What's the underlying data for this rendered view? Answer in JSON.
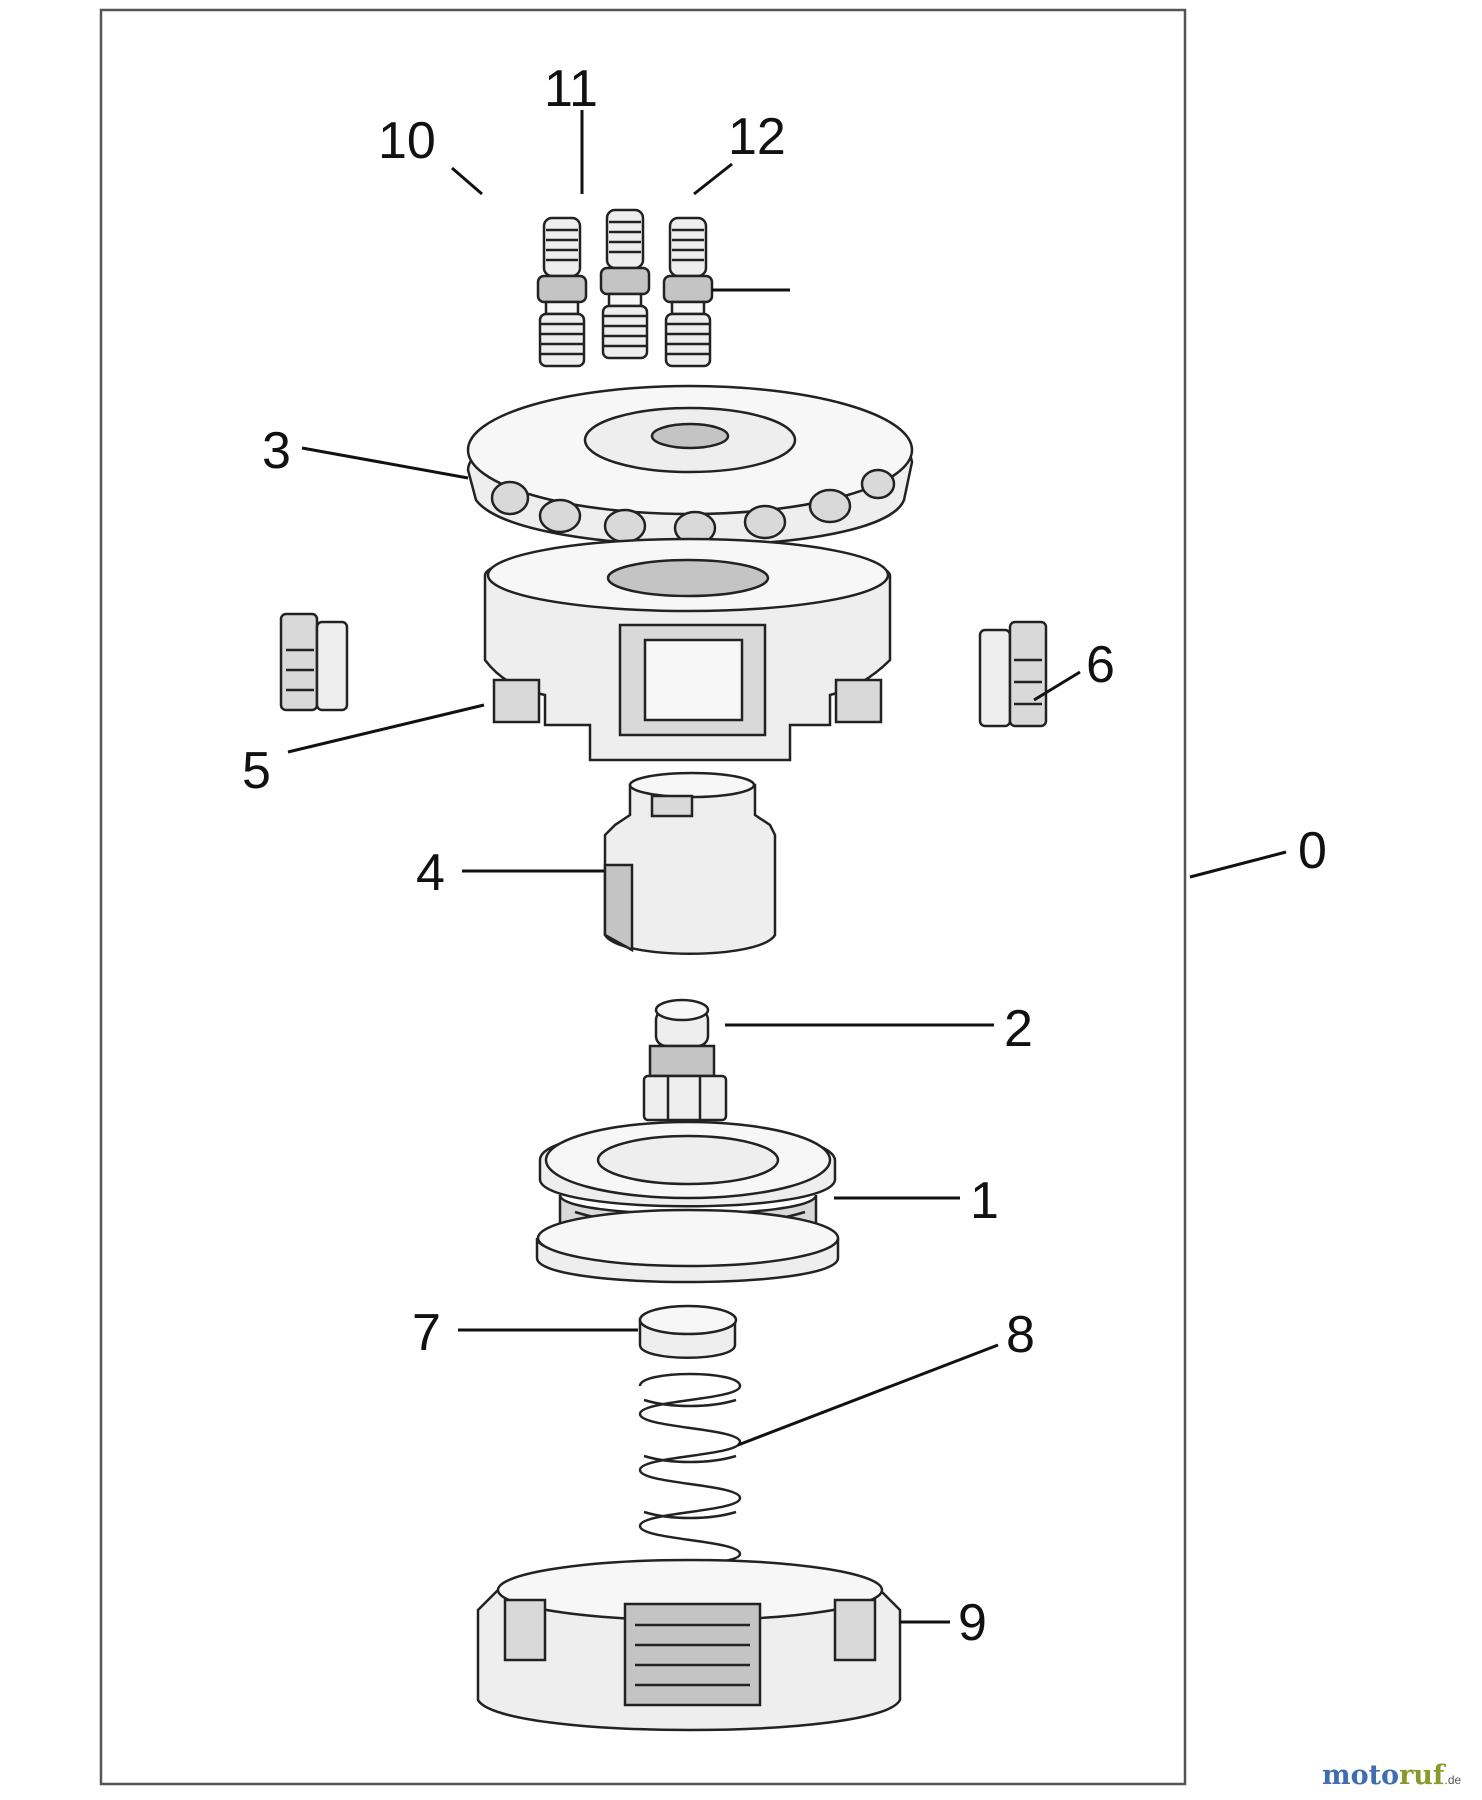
{
  "callouts": {
    "c0": "0",
    "c1": "1",
    "c2": "2",
    "c3": "3",
    "c4": "4",
    "c5": "5",
    "c6": "6",
    "c7": "7",
    "c8": "8",
    "c9": "9",
    "c10": "10",
    "c11": "11",
    "c12": "12"
  },
  "watermark": {
    "part1": "moto",
    "part2": "ruf",
    "tld": ".de"
  }
}
